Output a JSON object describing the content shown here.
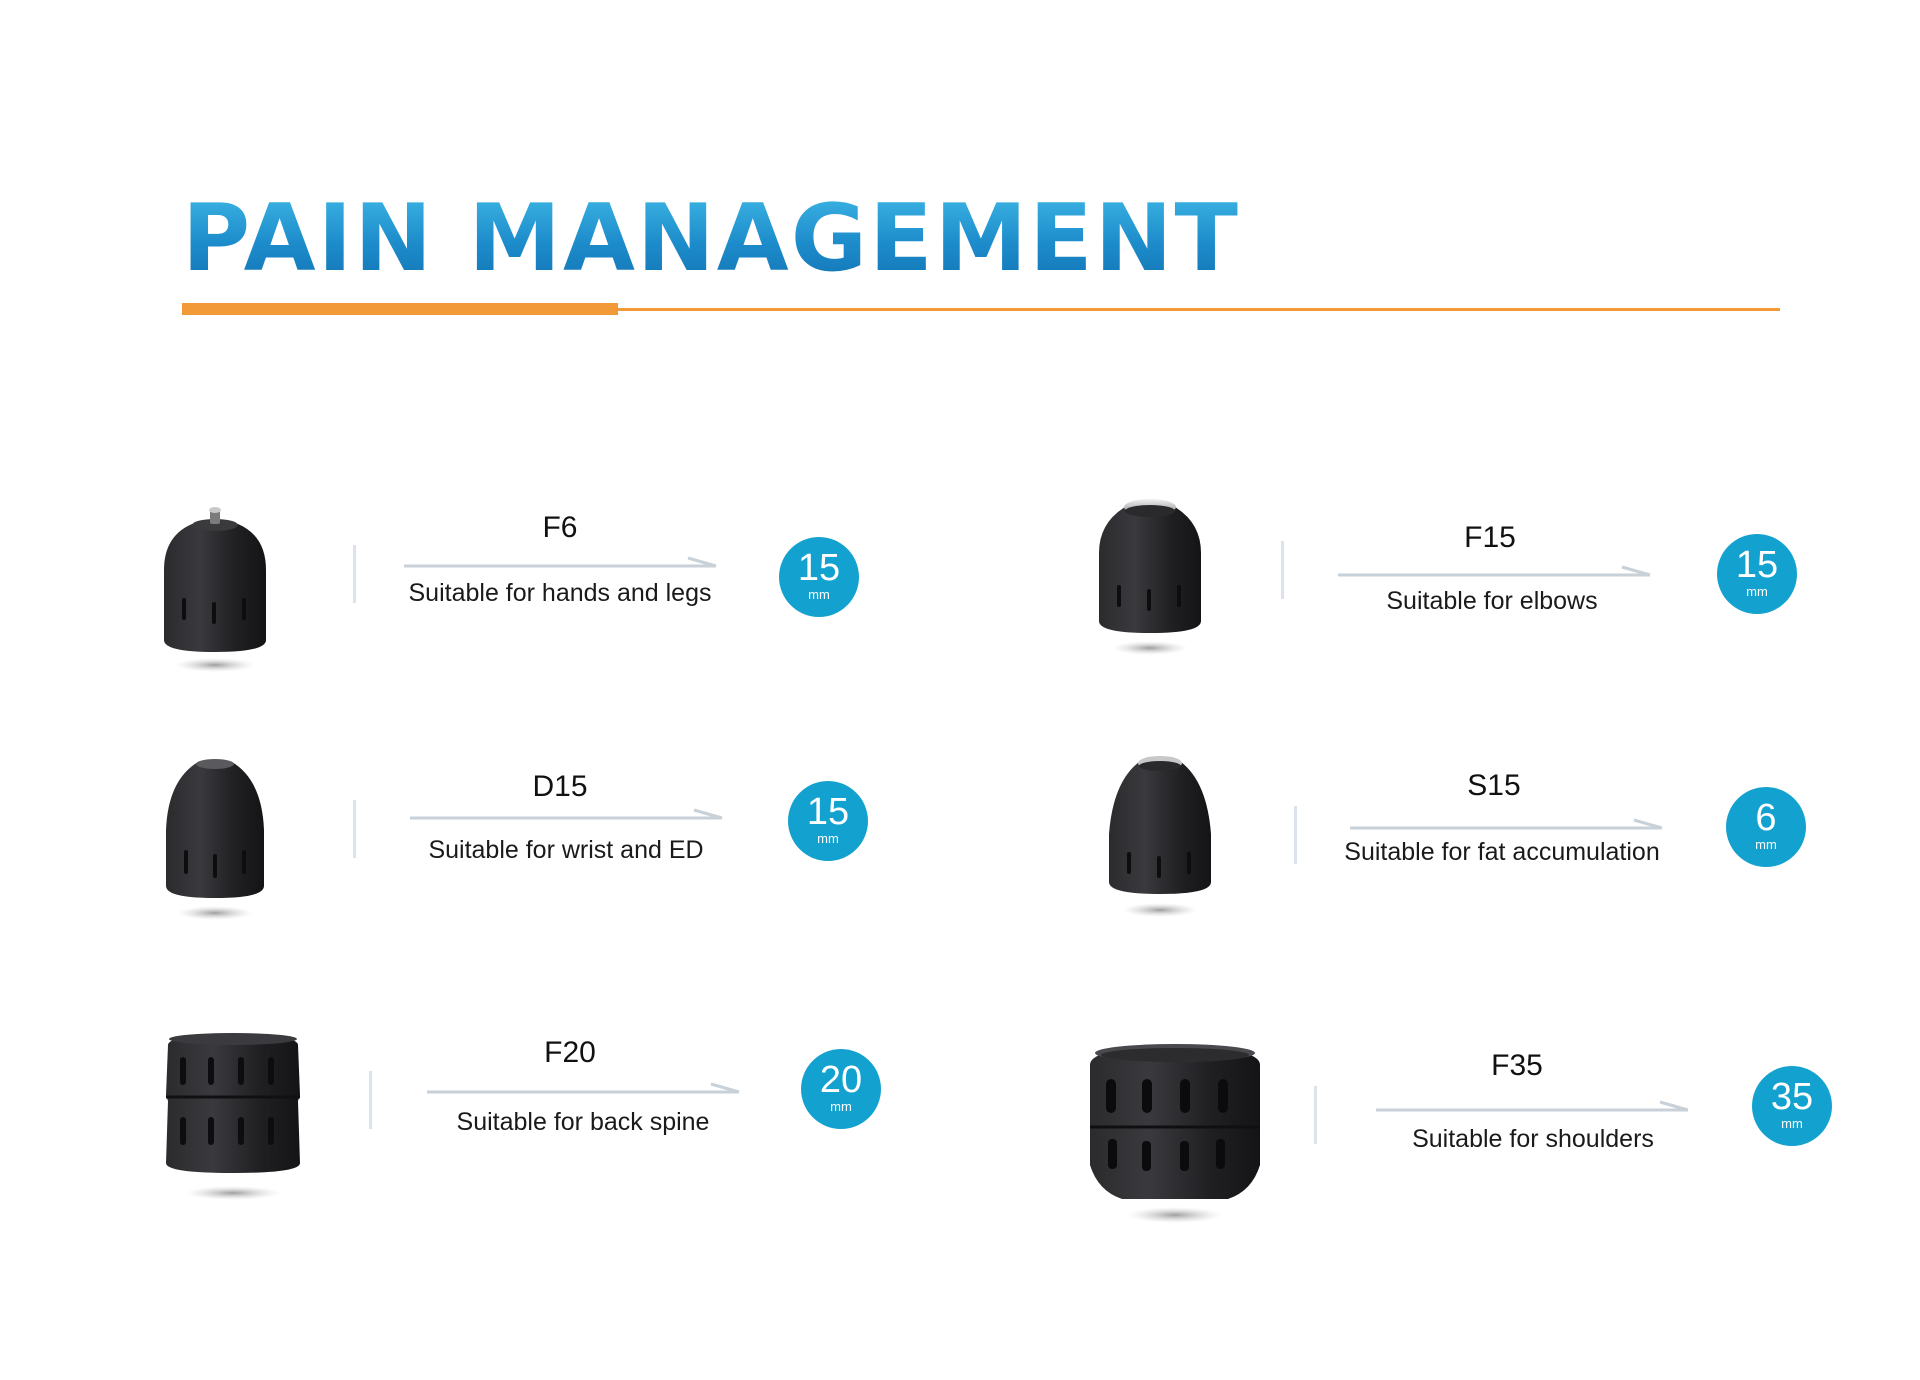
{
  "header": {
    "title": "PAIN MANAGEMENT"
  },
  "colors": {
    "title_blue": "#1e8ec9",
    "accent_orange": "#f39a38",
    "badge_teal": "#13a2cf",
    "head_body": "#1d1d1f"
  },
  "unit": "mm",
  "items": [
    {
      "model": "F6",
      "description": "Suitable for hands and legs",
      "size": "15",
      "unit": "mm",
      "icon": "f6-massage-head-icon"
    },
    {
      "model": "F15",
      "description": "Suitable for elbows",
      "size": "15",
      "unit": "mm",
      "icon": "f15-massage-head-icon"
    },
    {
      "model": "D15",
      "description": "Suitable for wrist and ED",
      "size": "15",
      "unit": "mm",
      "icon": "d15-massage-head-icon"
    },
    {
      "model": "S15",
      "description": "Suitable for fat accumulation",
      "size": "6",
      "unit": "mm",
      "icon": "s15-massage-head-icon"
    },
    {
      "model": "F20",
      "description": "Suitable for back spine",
      "size": "20",
      "unit": "mm",
      "icon": "f20-massage-head-icon"
    },
    {
      "model": "F35",
      "description": "Suitable for shoulders",
      "size": "35",
      "unit": "mm",
      "icon": "f35-massage-head-icon"
    }
  ]
}
